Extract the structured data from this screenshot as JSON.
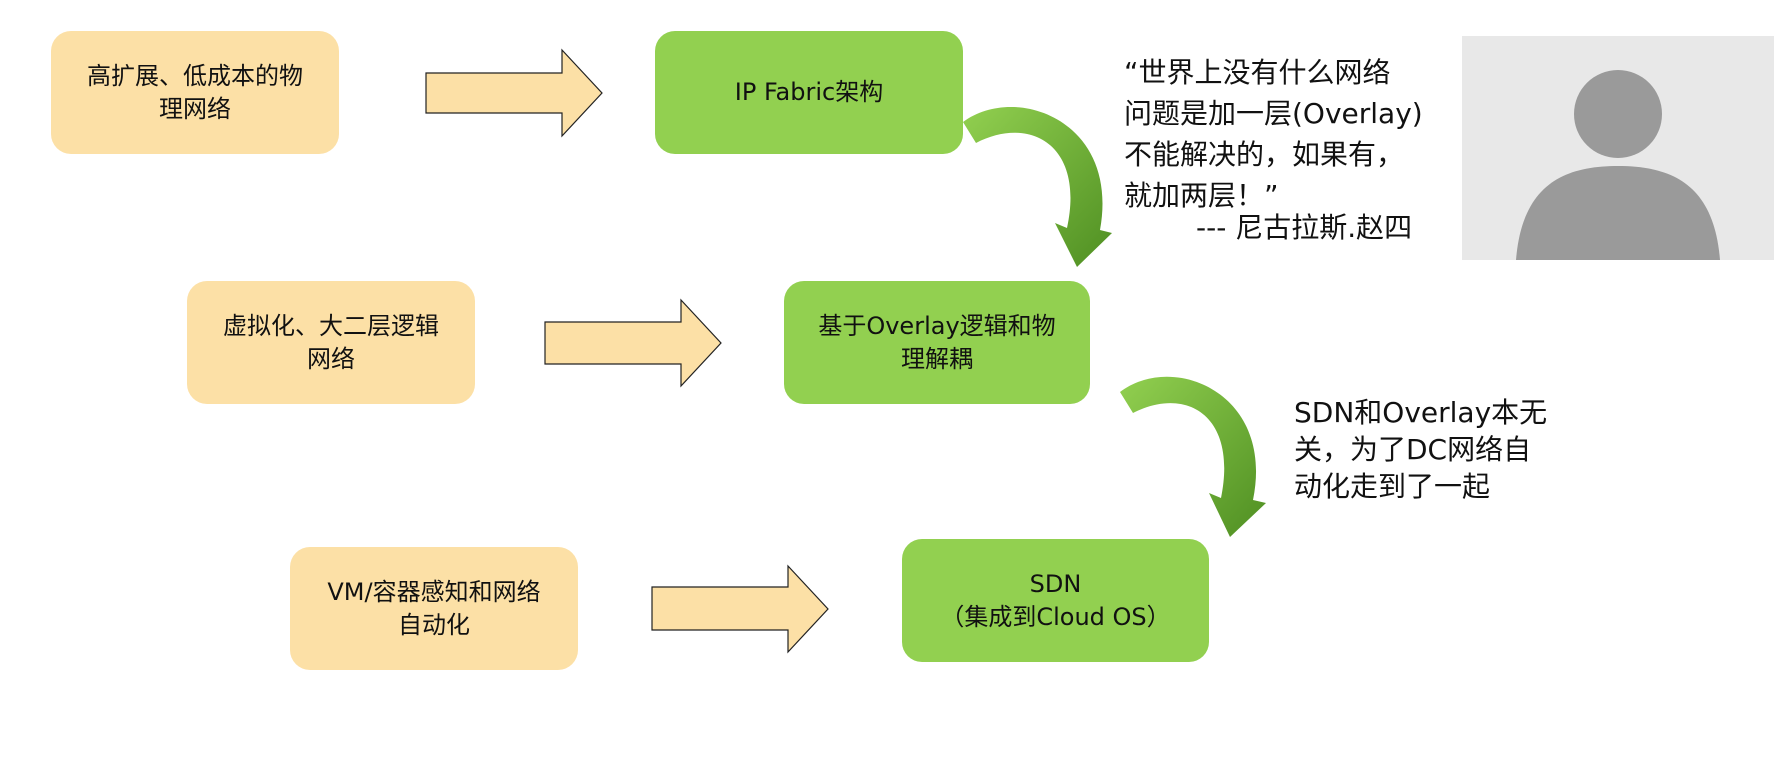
{
  "left_boxes": [
    {
      "text": "高扩展、低成本的物\n理网络"
    },
    {
      "text": "虚拟化、大二层逻辑\n网络"
    },
    {
      "text": "VM/容器感知和网络\n自动化"
    }
  ],
  "right_boxes": [
    {
      "text": "IP Fabric架构"
    },
    {
      "text": "基于Overlay逻辑和物\n理解耦"
    },
    {
      "text": "SDN\n（集成到Cloud OS）"
    }
  ],
  "quote": {
    "text": "“世界上没有什么网络\n问题是加一层(Overlay)\n不能解决的，如果有，\n就加两层！”",
    "attribution": "--- 尼古拉斯.赵四"
  },
  "note": {
    "text": "SDN和Overlay本无\n关，为了DC网络自\n动化走到了一起"
  },
  "colors": {
    "tan_box": "#fce0a6",
    "green_box": "#92d050",
    "curved_arrow": "#6aaa32"
  }
}
